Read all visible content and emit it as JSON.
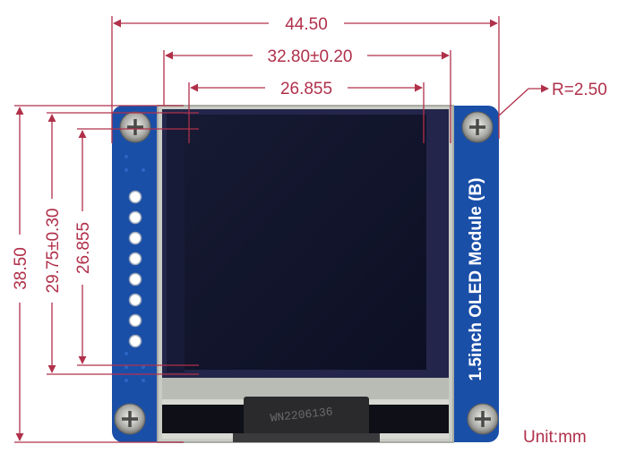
{
  "dimensions": {
    "board_width": "44.50",
    "active_area_width_tol": "32.80±0.20",
    "display_width": "26.855",
    "corner_radius": "R=2.50",
    "board_height": "38.50",
    "active_area_height_tol": "29.75±0.30",
    "display_height": "26.855"
  },
  "module": {
    "silkscreen_label": "1.5inch OLED Module (B)",
    "flex_marking": "WN2206136"
  },
  "unit_label": "Unit:mm",
  "colors": {
    "dimension": "#b0304a",
    "pcb": "#1a4fa8",
    "panel": "#12152b",
    "bezel": "#c9ccc4"
  }
}
